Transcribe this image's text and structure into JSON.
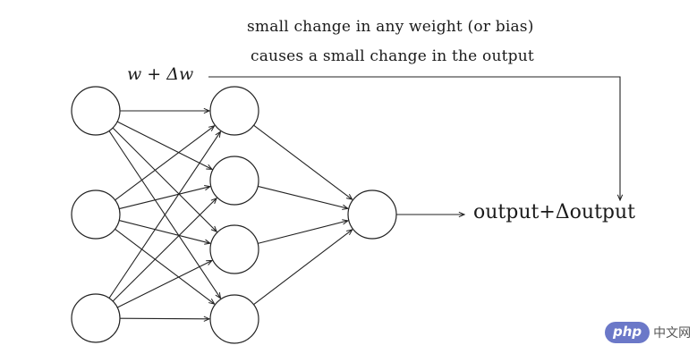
{
  "annotation": {
    "line1": "small change in any weight (or bias)",
    "line2": "causes a small change in the output"
  },
  "weight_label": "w + Δw",
  "output_label": "output+Δoutput",
  "network": {
    "layers": [
      3,
      4,
      1
    ]
  },
  "watermark": {
    "badge": "php",
    "text": "中文网",
    "color": "#6b78c8"
  }
}
